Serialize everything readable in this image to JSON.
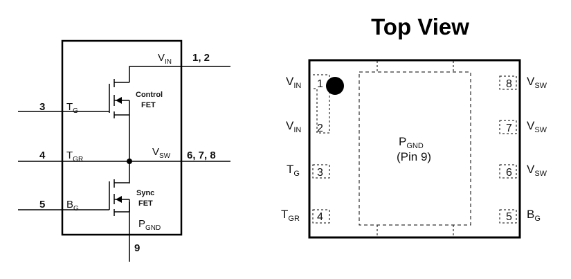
{
  "schematic": {
    "vin": {
      "main": "V",
      "sub": "IN",
      "pins": "1, 2"
    },
    "tg": {
      "main": "T",
      "sub": "G",
      "pin": "3"
    },
    "tgr": {
      "main": "T",
      "sub": "GR",
      "pin": "4"
    },
    "vsw": {
      "main": "V",
      "sub": "SW",
      "pins": "6, 7, 8"
    },
    "bg": {
      "main": "B",
      "sub": "G",
      "pin": "5"
    },
    "pgnd": {
      "main": "P",
      "sub": "GND",
      "pin": "9"
    },
    "control_fet": {
      "line1": "Control",
      "line2": "FET"
    },
    "sync_fet": {
      "line1": "Sync",
      "line2": "FET"
    }
  },
  "package": {
    "title": "Top View",
    "center": {
      "main": "P",
      "sub": "GND",
      "line2": "(Pin 9)"
    },
    "left_pins": [
      {
        "num": "1",
        "main": "V",
        "sub": "IN"
      },
      {
        "num": "2",
        "main": "V",
        "sub": "IN"
      },
      {
        "num": "3",
        "main": "T",
        "sub": "G"
      },
      {
        "num": "4",
        "main": "T",
        "sub": "GR"
      }
    ],
    "right_pins": [
      {
        "num": "8",
        "main": "V",
        "sub": "SW"
      },
      {
        "num": "7",
        "main": "V",
        "sub": "SW"
      },
      {
        "num": "6",
        "main": "V",
        "sub": "SW"
      },
      {
        "num": "5",
        "main": "B",
        "sub": "G"
      }
    ]
  }
}
